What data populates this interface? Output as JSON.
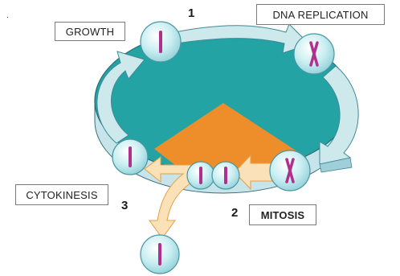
{
  "labels": {
    "growth": "GROWTH",
    "dna_replication": "DNA REPLICATION",
    "cytokinesis": "CYTOKINESIS",
    "mitosis": "MITOSIS"
  },
  "steps": {
    "one": "1",
    "two": "2",
    "three": "3"
  },
  "stray_mark": ".",
  "colors": {
    "disc_top": "#23a3a4",
    "disc_side": "#c6e4ea",
    "disc_outline": "#3b6f7a",
    "wedge": "#ee8e2b",
    "cycle_arrow": "#cde9ec",
    "cycle_arrow_edge": "#3e8a96",
    "mitosis_arrow": "#fbe1b8",
    "mitosis_arrow_edge": "#e5a041",
    "cell": "#bfe8ec",
    "cell_edge": "#4a96a2",
    "chromosome": "#b0308d"
  },
  "icons": [
    "cell-icon",
    "chromosome-icon",
    "arrow-icon"
  ]
}
